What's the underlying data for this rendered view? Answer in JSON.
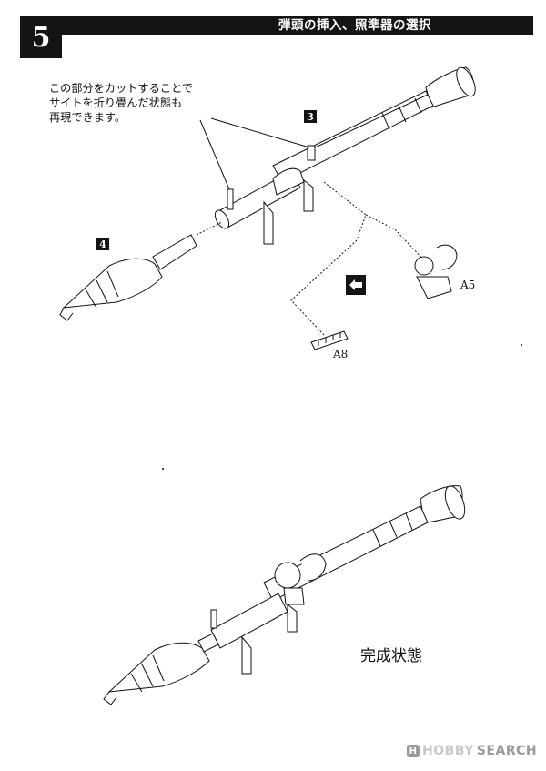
{
  "header": {
    "step_number": "5",
    "title": "弾頭の挿入、照準器の選択"
  },
  "note": {
    "lines": [
      "この部分をカットすることで",
      "サイトを折り畳んだ状態も",
      "再現できます。"
    ]
  },
  "badges": {
    "step3": "3",
    "step4": "4"
  },
  "parts": {
    "a5": "A5",
    "a8": "A8"
  },
  "complete_label": "完成状態",
  "watermark": {
    "mark": "H",
    "brand": "HOBBY",
    "suffix": "SEARCH"
  },
  "icons": {
    "swap": "swap-arrow-icon",
    "launcher_top": "rpg-launcher-illustration",
    "launcher_bottom": "rpg-launcher-complete-illustration"
  }
}
